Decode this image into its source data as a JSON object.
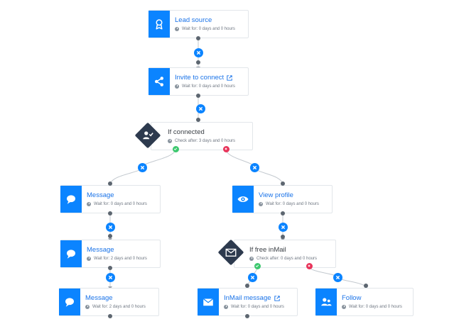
{
  "colors": {
    "accent": "#0b84ff",
    "condition": "#2d3a4e",
    "yes": "#3cc86e",
    "no": "#e8345a",
    "title": "#1a73e8"
  },
  "nodes": {
    "lead_source": {
      "title": "Lead source",
      "sub": "Wait for: 0 days and 0 hours",
      "icon": "badge-icon"
    },
    "invite": {
      "title": "Invite to connect",
      "sub": "Wait for: 0 days and 0 hours",
      "icon": "share-icon"
    },
    "if_connected": {
      "title": "If connected",
      "sub": "Check after: 3 days and 0 hours",
      "icon": "user-check-icon"
    },
    "message_1": {
      "title": "Message",
      "sub": "Wait for: 0 days and 0 hours",
      "icon": "chat-bubble-icon"
    },
    "message_2": {
      "title": "Message",
      "sub": "Wait for: 2 days and 0 hours",
      "icon": "chat-bubble-icon"
    },
    "message_3": {
      "title": "Message",
      "sub": "Wait for: 2 days and 0 hours",
      "icon": "chat-bubble-icon"
    },
    "view_profile": {
      "title": "View profile",
      "sub": "Wait for: 0 days and 0 hours",
      "icon": "eye-icon"
    },
    "if_free_inmail": {
      "title": "If free inMail",
      "sub": "Check after: 0 days and 0 hours",
      "icon": "envelope-icon"
    },
    "inmail_message": {
      "title": "InMail message",
      "sub": "Wait for: 0 days and 0 hours",
      "icon": "envelope-icon"
    },
    "follow": {
      "title": "Follow",
      "sub": "Wait for: 0 days and 0 hours",
      "icon": "follow-users-icon"
    }
  }
}
